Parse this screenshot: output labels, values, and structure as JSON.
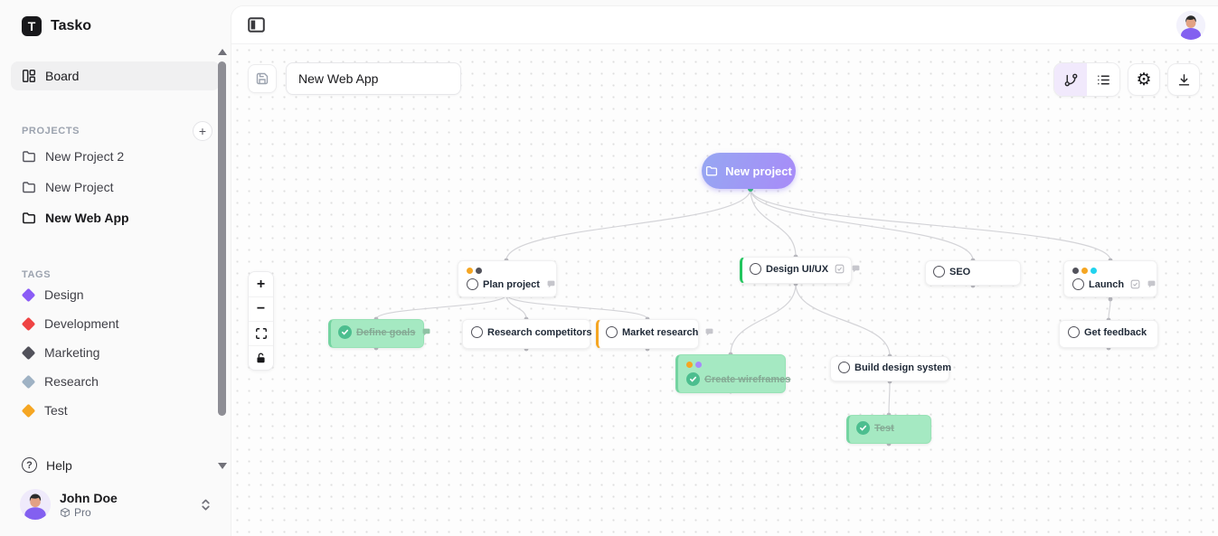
{
  "app": {
    "name": "Tasko"
  },
  "sidebar": {
    "board": {
      "label": "Board"
    },
    "projects": {
      "title": "PROJECTS",
      "items": [
        {
          "name": "New Project 2",
          "active": false
        },
        {
          "name": "New Project",
          "active": false
        },
        {
          "name": "New Web App",
          "active": true
        }
      ]
    },
    "tags": {
      "title": "TAGS",
      "items": [
        {
          "label": "Design",
          "color": "#8b5cf6"
        },
        {
          "label": "Development",
          "color": "#ef4444"
        },
        {
          "label": "Marketing",
          "color": "#52525b"
        },
        {
          "label": "Research",
          "color": "#9fb2c4"
        },
        {
          "label": "Test",
          "color": "#f5a623"
        }
      ]
    },
    "help": {
      "label": "Help"
    },
    "user": {
      "name": "John Doe",
      "plan": "Pro"
    }
  },
  "toolbar": {
    "title_value": "New Web App",
    "active_view": "mindmap"
  },
  "icons": {
    "zoom_in": "+",
    "zoom_out": "−",
    "settings": "⚙",
    "add": "+",
    "help": "?",
    "logo_letter": "T"
  },
  "canvas": {
    "nodes": [
      {
        "label": "New project",
        "type": "root"
      },
      {
        "label": "Plan project",
        "status": "open",
        "tag_dots": [
          "#f5a623",
          "#52525b"
        ],
        "has_comment": true
      },
      {
        "label": "Design UI/UX",
        "status": "open",
        "accent": "#22c55e",
        "has_subtasks": true,
        "has_comment": true
      },
      {
        "label": "SEO",
        "status": "open"
      },
      {
        "label": "Launch",
        "status": "open",
        "tag_dots": [
          "#52525b",
          "#f5a623",
          "#22d3ee"
        ],
        "has_subtasks": true,
        "has_comment": true
      },
      {
        "label": "Define goals",
        "status": "done",
        "has_comment": true
      },
      {
        "label": "Research competitors",
        "status": "open"
      },
      {
        "label": "Market research",
        "status": "open",
        "accent": "#f5a623",
        "has_comment": true
      },
      {
        "label": "Create wireframes",
        "status": "done",
        "tag_dots": [
          "#f5a623",
          "#a78bfa"
        ]
      },
      {
        "label": "Build design system",
        "status": "open"
      },
      {
        "label": "Test",
        "status": "done"
      },
      {
        "label": "Get feedback",
        "status": "open"
      }
    ],
    "edges": [
      [
        "New project",
        "Plan project"
      ],
      [
        "New project",
        "Design UI/UX"
      ],
      [
        "New project",
        "SEO"
      ],
      [
        "New project",
        "Launch"
      ],
      [
        "Plan project",
        "Define goals"
      ],
      [
        "Plan project",
        "Research competitors"
      ],
      [
        "Plan project",
        "Market research"
      ],
      [
        "Design UI/UX",
        "Create wireframes"
      ],
      [
        "Design UI/UX",
        "Build design system"
      ],
      [
        "Build design system",
        "Test"
      ],
      [
        "Launch",
        "Get feedback"
      ]
    ],
    "colors": {
      "root_gradient": [
        "#96a7f2",
        "#a88bf8"
      ],
      "done_bg": "#a5e9c2",
      "done_check": "#4cbe8f",
      "edge": "#d4d4d8",
      "active_toggle_bg": "#f1e9fc"
    }
  }
}
